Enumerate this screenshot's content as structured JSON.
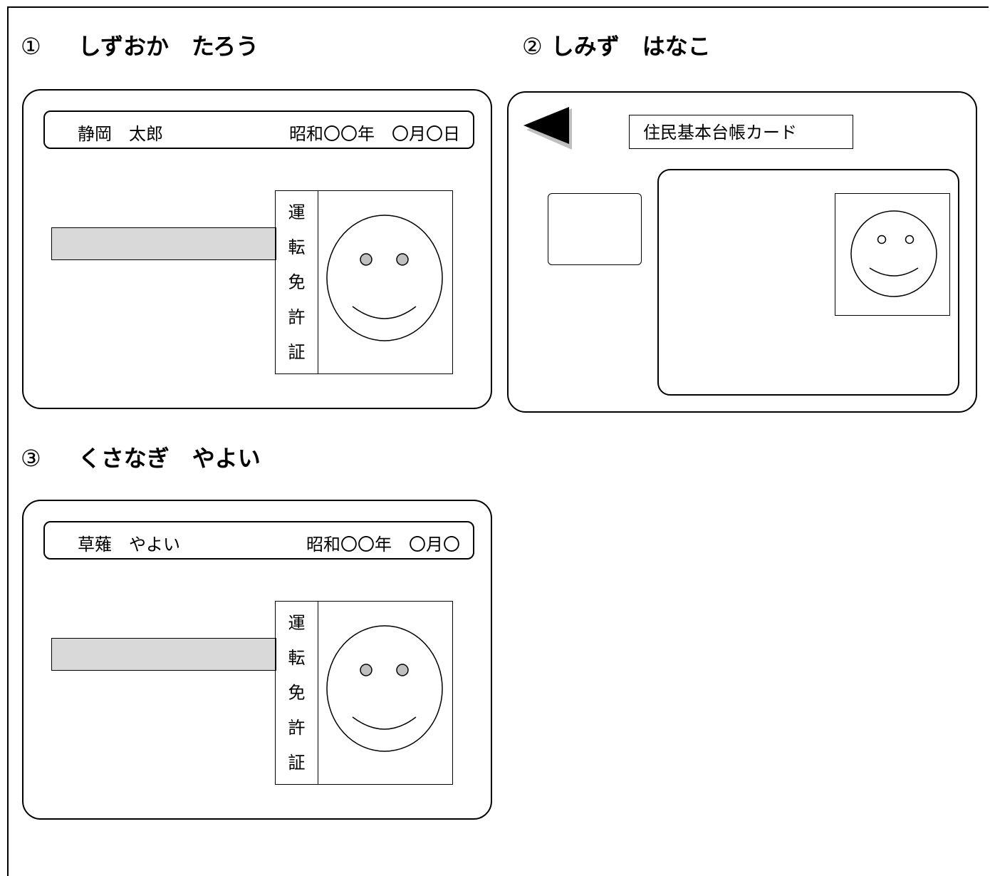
{
  "section1": {
    "number": "①",
    "reading": "しずおか　たろう",
    "card": {
      "name": "静岡　太郎",
      "birthdate": "昭和〇〇年　〇月〇日",
      "label_chars": [
        "運",
        "転",
        "免",
        "許",
        "証"
      ]
    }
  },
  "section2": {
    "number": "②",
    "reading": "しみず　はなこ",
    "card": {
      "title": "住民基本台帳カード"
    }
  },
  "section3": {
    "number": "③",
    "reading": "くさなぎ　やよい",
    "card": {
      "name": "草薙　やよい",
      "birthdate": "昭和〇〇年　〇月〇",
      "label_chars": [
        "運",
        "転",
        "免",
        "許",
        "証"
      ]
    }
  },
  "colors": {
    "bar_fill": "#d9d9d9",
    "eye_fill": "#c0c0c0",
    "arrow_fill": "#000000",
    "arrow_shadow": "#bfbfbf"
  }
}
